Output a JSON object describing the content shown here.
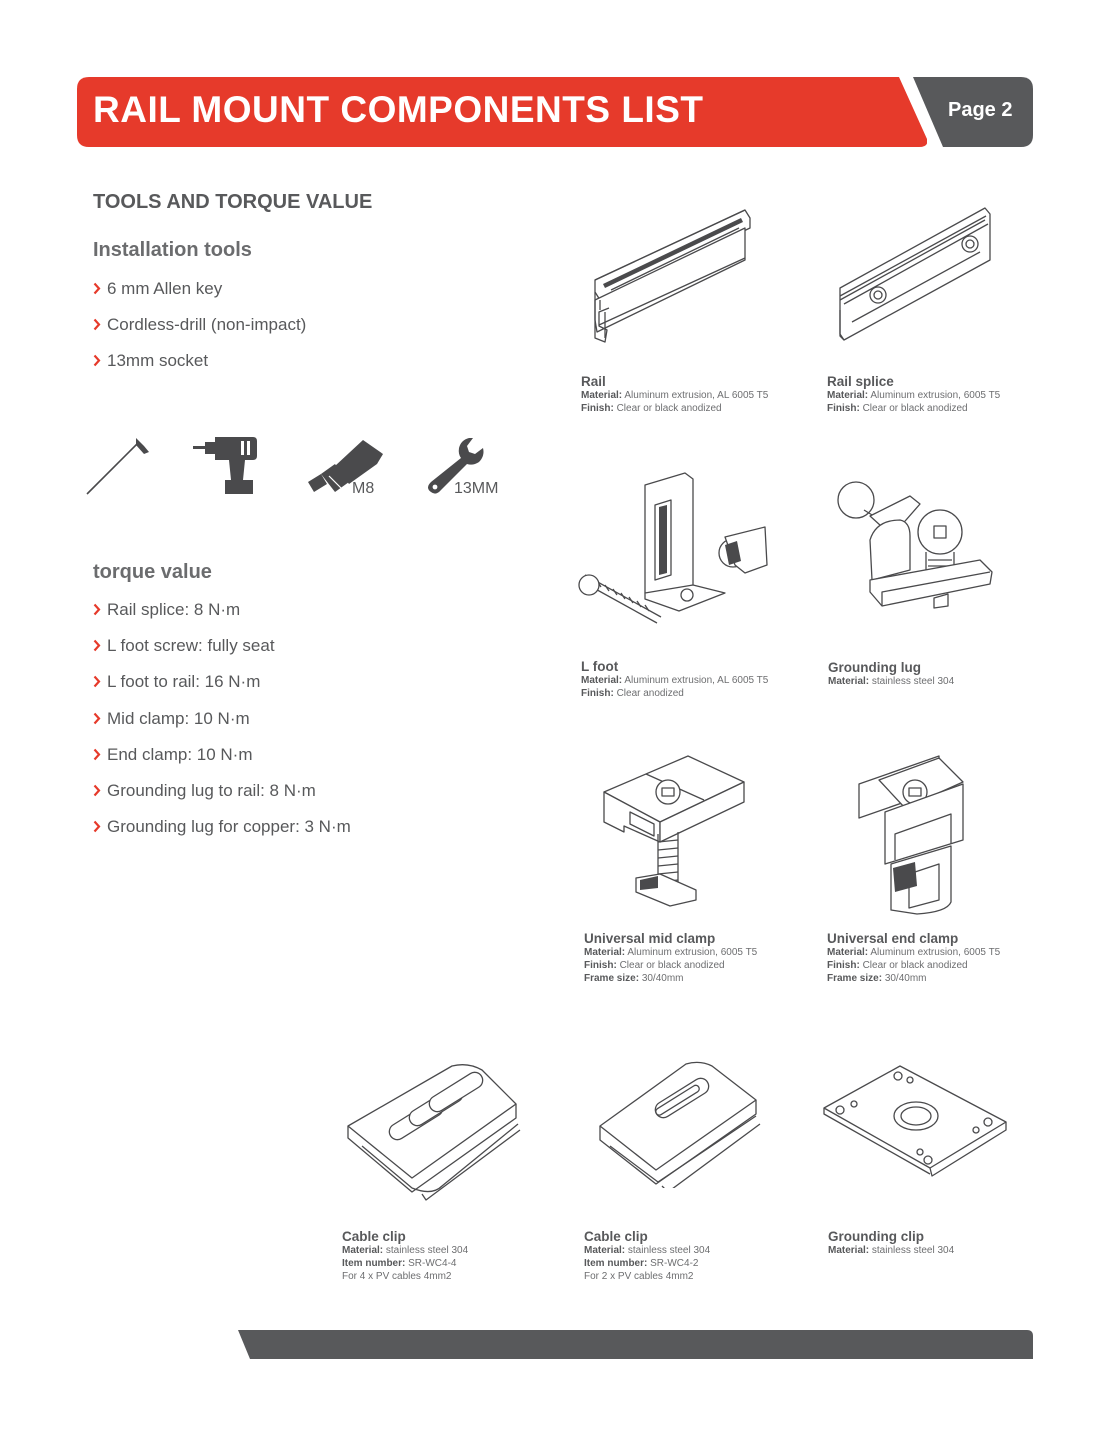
{
  "header": {
    "title": "RAIL MOUNT COMPONENTS LIST",
    "page_label": "Page 2"
  },
  "colors": {
    "brand_red": "#e63a2b",
    "tab_gray": "#58595b",
    "text_gray": "#58595b"
  },
  "tools_section": {
    "title": "TOOLS AND TORQUE VALUE",
    "installation_title": "Installation tools",
    "installation_tools": [
      "6 mm Allen key",
      "Cordless-drill (non-impact)",
      "13mm socket"
    ],
    "icons": {
      "allen_key": "allen-key-icon",
      "drill": "cordless-drill-icon",
      "socket_bit": "socket-bit-icon",
      "wrench": "wrench-icon"
    },
    "icon_labels": {
      "socket_bit": "M8",
      "wrench": "13MM"
    },
    "torque_title": "torque value",
    "torque_values": [
      "Rail splice: 8 N·m",
      "L foot screw: fully seat",
      "L foot to rail: 16 N·m",
      "Mid clamp: 10 N·m",
      "End clamp: 10 N·m",
      "Grounding lug to rail: 8 N·m",
      "Grounding lug for copper: 3 N·m"
    ]
  },
  "components": {
    "rail": {
      "name": "Rail",
      "material_label": "Material:",
      "material": "Aluminum extrusion, AL 6005 T5",
      "finish_label": "Finish:",
      "finish": "Clear or black anodized"
    },
    "rail_splice": {
      "name": "Rail splice",
      "material_label": "Material:",
      "material": "Aluminum extrusion, 6005 T5",
      "finish_label": "Finish:",
      "finish": "Clear or black anodized"
    },
    "l_foot": {
      "name": "L foot",
      "material_label": "Material:",
      "material": "Aluminum extrusion, AL 6005 T5",
      "finish_label": "Finish:",
      "finish": "Clear anodized"
    },
    "grounding_lug": {
      "name": "Grounding lug",
      "material_label": "Material:",
      "material": "stainless steel 304"
    },
    "mid_clamp": {
      "name": "Universal mid clamp",
      "material_label": "Material:",
      "material": "Aluminum extrusion, 6005 T5",
      "finish_label": "Finish:",
      "finish": " Clear or black anodized",
      "frame_label": "Frame size:",
      "frame": "30/40mm"
    },
    "end_clamp": {
      "name": "Universal end clamp",
      "material_label": "Material:",
      "material": "Aluminum extrusion, 6005 T5",
      "finish_label": "Finish:",
      "finish": "Clear or black anodized",
      "frame_label": "Frame size:",
      "frame": "30/40mm"
    },
    "cable_clip_4": {
      "name": "Cable clip",
      "material_label": "Material:",
      "material": "stainless steel 304",
      "item_label": "Item number:",
      "item": "SR-WC4-4",
      "note": "For 4 x PV cables 4mm2"
    },
    "cable_clip_2": {
      "name": "Cable clip",
      "material_label": "Material:",
      "material": "stainless steel 304",
      "item_label": "Item number:",
      "item": "SR-WC4-2",
      "note": "For 2 x PV cables 4mm2"
    },
    "grounding_clip": {
      "name": "Grounding clip",
      "material_label": "Material:",
      "material": "stainless steel 304"
    }
  }
}
